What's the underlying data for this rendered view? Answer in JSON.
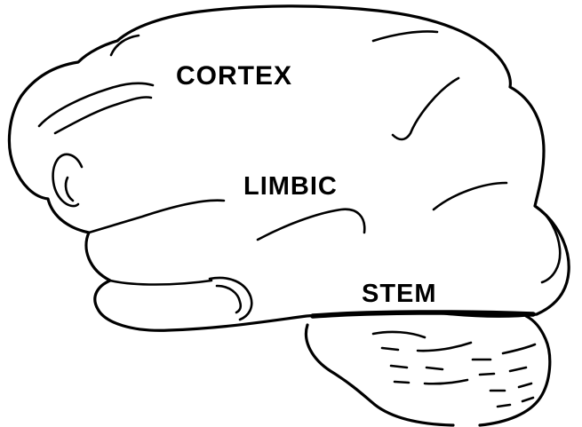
{
  "labels": {
    "cortex": "CORTEX",
    "limbic": "LIMBIC",
    "stem": "STEM"
  },
  "colors": {
    "line": "#000000",
    "background": "#ffffff"
  }
}
